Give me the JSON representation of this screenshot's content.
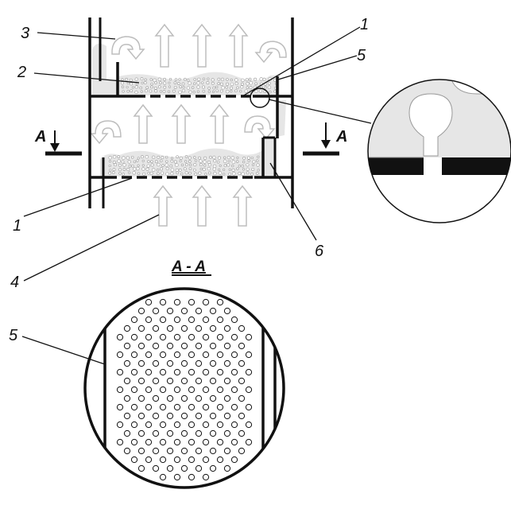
{
  "labels": {
    "l1_top": "1",
    "l1_bottom": "1",
    "l2": "2",
    "l3": "3",
    "l4": "4",
    "l5_top": "5",
    "l5_section": "5",
    "l6": "6",
    "section_left": "A",
    "section_right": "A",
    "section_title": "A - A"
  },
  "colors": {
    "line": "#111111",
    "froth": "#e6e6e6",
    "arrow_fill": "#ffffff",
    "arrow_stroke": "#bdbdbd",
    "bubble_stroke": "#9a9a9a"
  }
}
